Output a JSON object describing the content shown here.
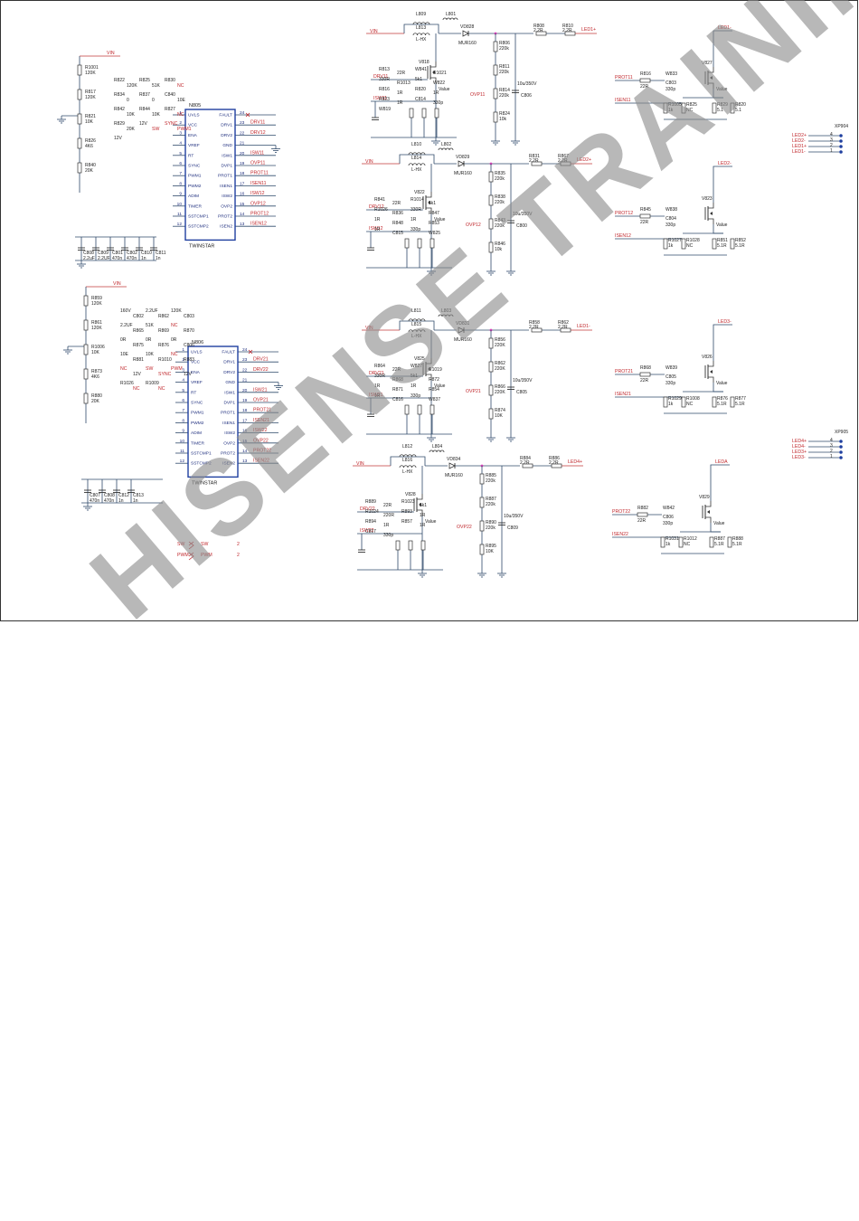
{
  "watermark": "HISENSE TRAINING",
  "ic_top": {
    "ref": "N805",
    "part": "TWINSTAR",
    "pins_left": [
      {
        "no": "1",
        "name": "UVLS"
      },
      {
        "no": "2",
        "name": "VCC"
      },
      {
        "no": "3",
        "name": "ENA"
      },
      {
        "no": "4",
        "name": "VREF"
      },
      {
        "no": "5",
        "name": "RT"
      },
      {
        "no": "6",
        "name": "SYNC"
      },
      {
        "no": "7",
        "name": "PWM1"
      },
      {
        "no": "8",
        "name": "PWM2"
      },
      {
        "no": "9",
        "name": "ADIM"
      },
      {
        "no": "10",
        "name": "TIMER"
      },
      {
        "no": "11",
        "name": "SSTCMP1"
      },
      {
        "no": "12",
        "name": "SSTCMP2"
      }
    ],
    "pins_right": [
      {
        "no": "24",
        "name": "FAULT"
      },
      {
        "no": "23",
        "name": "DRV1"
      },
      {
        "no": "22",
        "name": "DRV2"
      },
      {
        "no": "21",
        "name": "GND"
      },
      {
        "no": "20",
        "name": "ISW1"
      },
      {
        "no": "19",
        "name": "DVP1"
      },
      {
        "no": "18",
        "name": "PROT1"
      },
      {
        "no": "17",
        "name": "ISEN1"
      },
      {
        "no": "16",
        "name": "ISW2"
      },
      {
        "no": "15",
        "name": "OVP2"
      },
      {
        "no": "14",
        "name": "PROT2"
      },
      {
        "no": "13",
        "name": "ISEN2"
      }
    ],
    "nets_right": [
      "DRV11",
      "DRV12",
      "",
      "ISW11",
      "OVP11",
      "PROT11",
      "ISEN11",
      "ISW12",
      "OVP12",
      "PROT12",
      "ISEN12"
    ]
  },
  "ic_bottom": {
    "ref": "N806",
    "part": "TWINSTAR",
    "pins_left": [
      {
        "no": "1",
        "name": "UVLS"
      },
      {
        "no": "2",
        "name": "VCC"
      },
      {
        "no": "3",
        "name": "ENA"
      },
      {
        "no": "4",
        "name": "VREF"
      },
      {
        "no": "5",
        "name": "RT"
      },
      {
        "no": "6",
        "name": "SYNC"
      },
      {
        "no": "7",
        "name": "PWM1"
      },
      {
        "no": "8",
        "name": "PWM2"
      },
      {
        "no": "9",
        "name": "ADIM"
      },
      {
        "no": "10",
        "name": "TIMER"
      },
      {
        "no": "11",
        "name": "SSTCMP1"
      },
      {
        "no": "12",
        "name": "SSTCMP2"
      }
    ],
    "pins_right": [
      {
        "no": "24",
        "name": "FAULT"
      },
      {
        "no": "23",
        "name": "DRV1"
      },
      {
        "no": "22",
        "name": "DRV2"
      },
      {
        "no": "21",
        "name": "GND"
      },
      {
        "no": "20",
        "name": "ISW1"
      },
      {
        "no": "19",
        "name": "DVP1"
      },
      {
        "no": "18",
        "name": "PROT1"
      },
      {
        "no": "17",
        "name": "ISEN1"
      },
      {
        "no": "16",
        "name": "ISW2"
      },
      {
        "no": "15",
        "name": "OVP2"
      },
      {
        "no": "14",
        "name": "PROT2"
      },
      {
        "no": "13",
        "name": "ISEN2"
      }
    ],
    "nets_right": [
      "DRV21",
      "DRV22",
      "",
      "ISW21",
      "OVP21",
      "PROT21",
      "ISEN21",
      "ISW22",
      "OVP22",
      "PROT22",
      "ISEN22"
    ]
  },
  "left_top": {
    "vin": "VIN",
    "parts": [
      {
        "ref": "R1001",
        "val": "120K"
      },
      {
        "ref": "R817",
        "val": "120K"
      },
      {
        "ref": "R821",
        "val": "10K"
      },
      {
        "ref": "R826",
        "val": "4K6"
      },
      {
        "ref": "R840",
        "val": "20K"
      }
    ],
    "caps": [
      {
        "ref": "C808",
        "val": "2.2uF"
      },
      {
        "ref": "C809",
        "val": "2.2UF"
      },
      {
        "ref": "C801",
        "val": "470n"
      },
      {
        "ref": "C802",
        "val": "470n"
      },
      {
        "ref": "C810",
        "val": "1n"
      },
      {
        "ref": "C811",
        "val": "1n"
      }
    ],
    "misc": [
      "R822",
      "120K",
      "R825",
      "51K",
      "R830",
      "NC",
      "R834",
      "0",
      "R837",
      "0",
      "C840",
      "10E",
      "R842",
      "10K",
      "R844",
      "10K",
      "R827",
      "NC",
      "R829",
      "20K",
      "12V",
      "SW",
      "SYNC",
      "PWM1",
      "12V"
    ]
  },
  "left_bottom": {
    "vin": "VIN",
    "parts": [
      {
        "ref": "R859",
        "val": "120K"
      },
      {
        "ref": "R861",
        "val": "120K"
      },
      {
        "ref": "R1006",
        "val": "10K"
      },
      {
        "ref": "R873",
        "val": "4K6"
      },
      {
        "ref": "R880",
        "val": "20K"
      }
    ],
    "caps": [
      {
        "ref": "C807",
        "val": "470n"
      },
      {
        "ref": "C808",
        "val": "470n"
      },
      {
        "ref": "C812",
        "val": "1n"
      },
      {
        "ref": "C813",
        "val": "1n"
      }
    ],
    "misc": [
      "160V",
      "C802",
      "2.2UF",
      "R862",
      "120K",
      "C803",
      "2.2UF",
      "R865",
      "51K",
      "R869",
      "NC",
      "R870",
      "0R",
      "R875",
      "0R",
      "R876",
      "0R",
      "C806",
      "10E",
      "R881",
      "10K",
      "R1010",
      "NC",
      "R883",
      "NC",
      "12V",
      "SW",
      "SYNC",
      "PWM",
      "12V",
      "R1026",
      "NC",
      "R1009",
      "NC"
    ]
  },
  "legend_signals": [
    {
      "net": "SW",
      "label": "SW",
      "pin": "2"
    },
    {
      "net": "PWM",
      "label": "PWM",
      "pin": "2"
    }
  ],
  "channels": [
    {
      "id": "ch1",
      "vin": "VIN",
      "l1": "L809",
      "l2": "L813",
      "lv": "L-HX",
      "l3": "L801",
      "diode": "VD828",
      "dval": "MUR160",
      "drv": "DRV11",
      "isw": "ISW11",
      "ovp": "OVP11",
      "q": "V818",
      "qv": "Value",
      "out_r1": "R808",
      "out_r1v": "2.2R",
      "out_r2": "R810",
      "out_r2v": "2.2R",
      "out": "LED1+",
      "rs": [
        "R806",
        "220k",
        "R811",
        "220k",
        "R814",
        "220k",
        "R824",
        "10k"
      ],
      "cap": "C806",
      "capv": "10u/350V",
      "extra": [
        "R813",
        "22R",
        "W841",
        "R1021",
        "330R",
        "R1013",
        "5k1",
        "W822",
        "R816",
        "1R",
        "R820",
        "1R",
        "R823",
        "1R",
        "C814",
        "330p",
        "W819"
      ]
    },
    {
      "id": "ch2",
      "vin": "VIN",
      "l1": "L810",
      "l2": "L814",
      "lv": "L-HX",
      "l3": "L802",
      "diode": "VD829",
      "dval": "MUR160",
      "drv": "DRV12",
      "isw": "ISW12",
      "ovp": "OVP12",
      "q": "V822",
      "qv": "Value",
      "out_r1": "R831",
      "out_r1v": "2.2R",
      "out_r2": "R867",
      "out_r2v": "2.2R",
      "out": "LED2+",
      "rs": [
        "R835",
        "220k",
        "R838",
        "220k",
        "R843",
        "220k",
        "R846",
        "10k"
      ],
      "cap": "C800",
      "capv": "10u/350V",
      "extra": [
        "R841",
        "22R",
        "R1014",
        "5k1",
        "R1026",
        "R836",
        "330R",
        "R847",
        "1R",
        "R848",
        "1R",
        "R853",
        "1R",
        "C815",
        "330p",
        "W825"
      ]
    },
    {
      "id": "ch3",
      "vin": "VIN",
      "l1": "L811",
      "l2": "L815",
      "lv": "L-HX",
      "l3": "L803",
      "diode": "VD831",
      "dval": "MUR160",
      "drv": "DRV21",
      "isw": "ISW21",
      "ovp": "OVP21",
      "q": "V825",
      "qv": "Value",
      "out_r1": "R858",
      "out_r1v": "2.2R",
      "out_r2": "R862",
      "out_r2v": "2.2R",
      "out": "LED1-",
      "rs": [
        "R856",
        "220K",
        "R862",
        "220K",
        "R866",
        "220K",
        "R874",
        "10K"
      ],
      "cap": "C805",
      "capv": "10u/350V",
      "extra": [
        "R864",
        "22R",
        "W827",
        "R1019",
        "330R",
        "R868",
        "5k1",
        "R872",
        "1R",
        "R871",
        "1R",
        "R854",
        "1R",
        "C816",
        "330p",
        "W837"
      ]
    },
    {
      "id": "ch4",
      "vin": "VIN",
      "l1": "L812",
      "l2": "L816",
      "lv": "L-HX",
      "l3": "L804",
      "diode": "VD834",
      "dval": "MUR160",
      "drv": "DRV22",
      "isw": "ISW22",
      "ovp": "OVP22",
      "q": "V828",
      "qv": "Value",
      "out_r1": "R884",
      "out_r1v": "2.2R",
      "out_r2": "R886",
      "out_r2v": "2.2R",
      "out": "LED4+",
      "rs": [
        "R885",
        "220k",
        "R887",
        "220k",
        "R890",
        "220k",
        "R895",
        "10K"
      ],
      "cap": "C809",
      "capv": "10u/350V",
      "extra": [
        "R889",
        "22R",
        "R1023",
        "5k1",
        "R1024",
        "220R",
        "R893",
        "1R",
        "R894",
        "1R",
        "R857",
        "1R",
        "C817",
        "330p"
      ]
    }
  ],
  "prot": [
    {
      "id": "p1",
      "prot": "PROT11",
      "isen": "ISEN11",
      "r1": "R816",
      "r1v": "22R",
      "w": "W833",
      "c": "C803",
      "cv": "330p",
      "q": "V827",
      "qv": "Value",
      "rr": [
        "R1005",
        "1k",
        "R825",
        "NC",
        "R829",
        "5.1",
        "R820",
        "5.1"
      ],
      "led": "LED1-"
    },
    {
      "id": "p2",
      "prot": "PROT12",
      "isen": "ISEN12",
      "r1": "R845",
      "r1v": "22R",
      "w": "W838",
      "c": "C804",
      "cv": "330p",
      "q": "V823",
      "qv": "Value",
      "rr": [
        "R1027",
        "1k",
        "R1028",
        "NC",
        "R851",
        "5.1R",
        "R852",
        "5.1R"
      ],
      "led": "LED2-"
    },
    {
      "id": "p3",
      "prot": "PROT21",
      "isen": "ISEN21",
      "r1": "R868",
      "r1v": "22R",
      "w": "W839",
      "c": "C805",
      "cv": "330p",
      "q": "V826",
      "qv": "Value",
      "rr": [
        "R1029",
        "1k",
        "R1008",
        "NC",
        "R876",
        "5.1R",
        "R877",
        "5.1R"
      ],
      "led": "LED3-"
    },
    {
      "id": "p4",
      "prot": "PROT22",
      "isen": "ISEN22",
      "r1": "R882",
      "r1v": "22R",
      "w": "W842",
      "c": "C806",
      "cv": "330p",
      "q": "V829",
      "qv": "Value",
      "rr": [
        "R1031",
        "1k",
        "R1012",
        "NC",
        "R887",
        "5.1R",
        "R888",
        "5.1R"
      ],
      "led": "LEDA"
    }
  ],
  "connectors": [
    {
      "ref": "XP904",
      "pins": [
        {
          "label": "LED2+",
          "no": "4"
        },
        {
          "label": "LED2-",
          "no": "3"
        },
        {
          "label": "LED1+",
          "no": "2"
        },
        {
          "label": "LED1-",
          "no": "1"
        }
      ]
    },
    {
      "ref": "XP905",
      "pins": [
        {
          "label": "LED4+",
          "no": "4"
        },
        {
          "label": "LED4-",
          "no": "3"
        },
        {
          "label": "LED3+",
          "no": "2"
        },
        {
          "label": "LED3-",
          "no": "1"
        }
      ]
    }
  ]
}
